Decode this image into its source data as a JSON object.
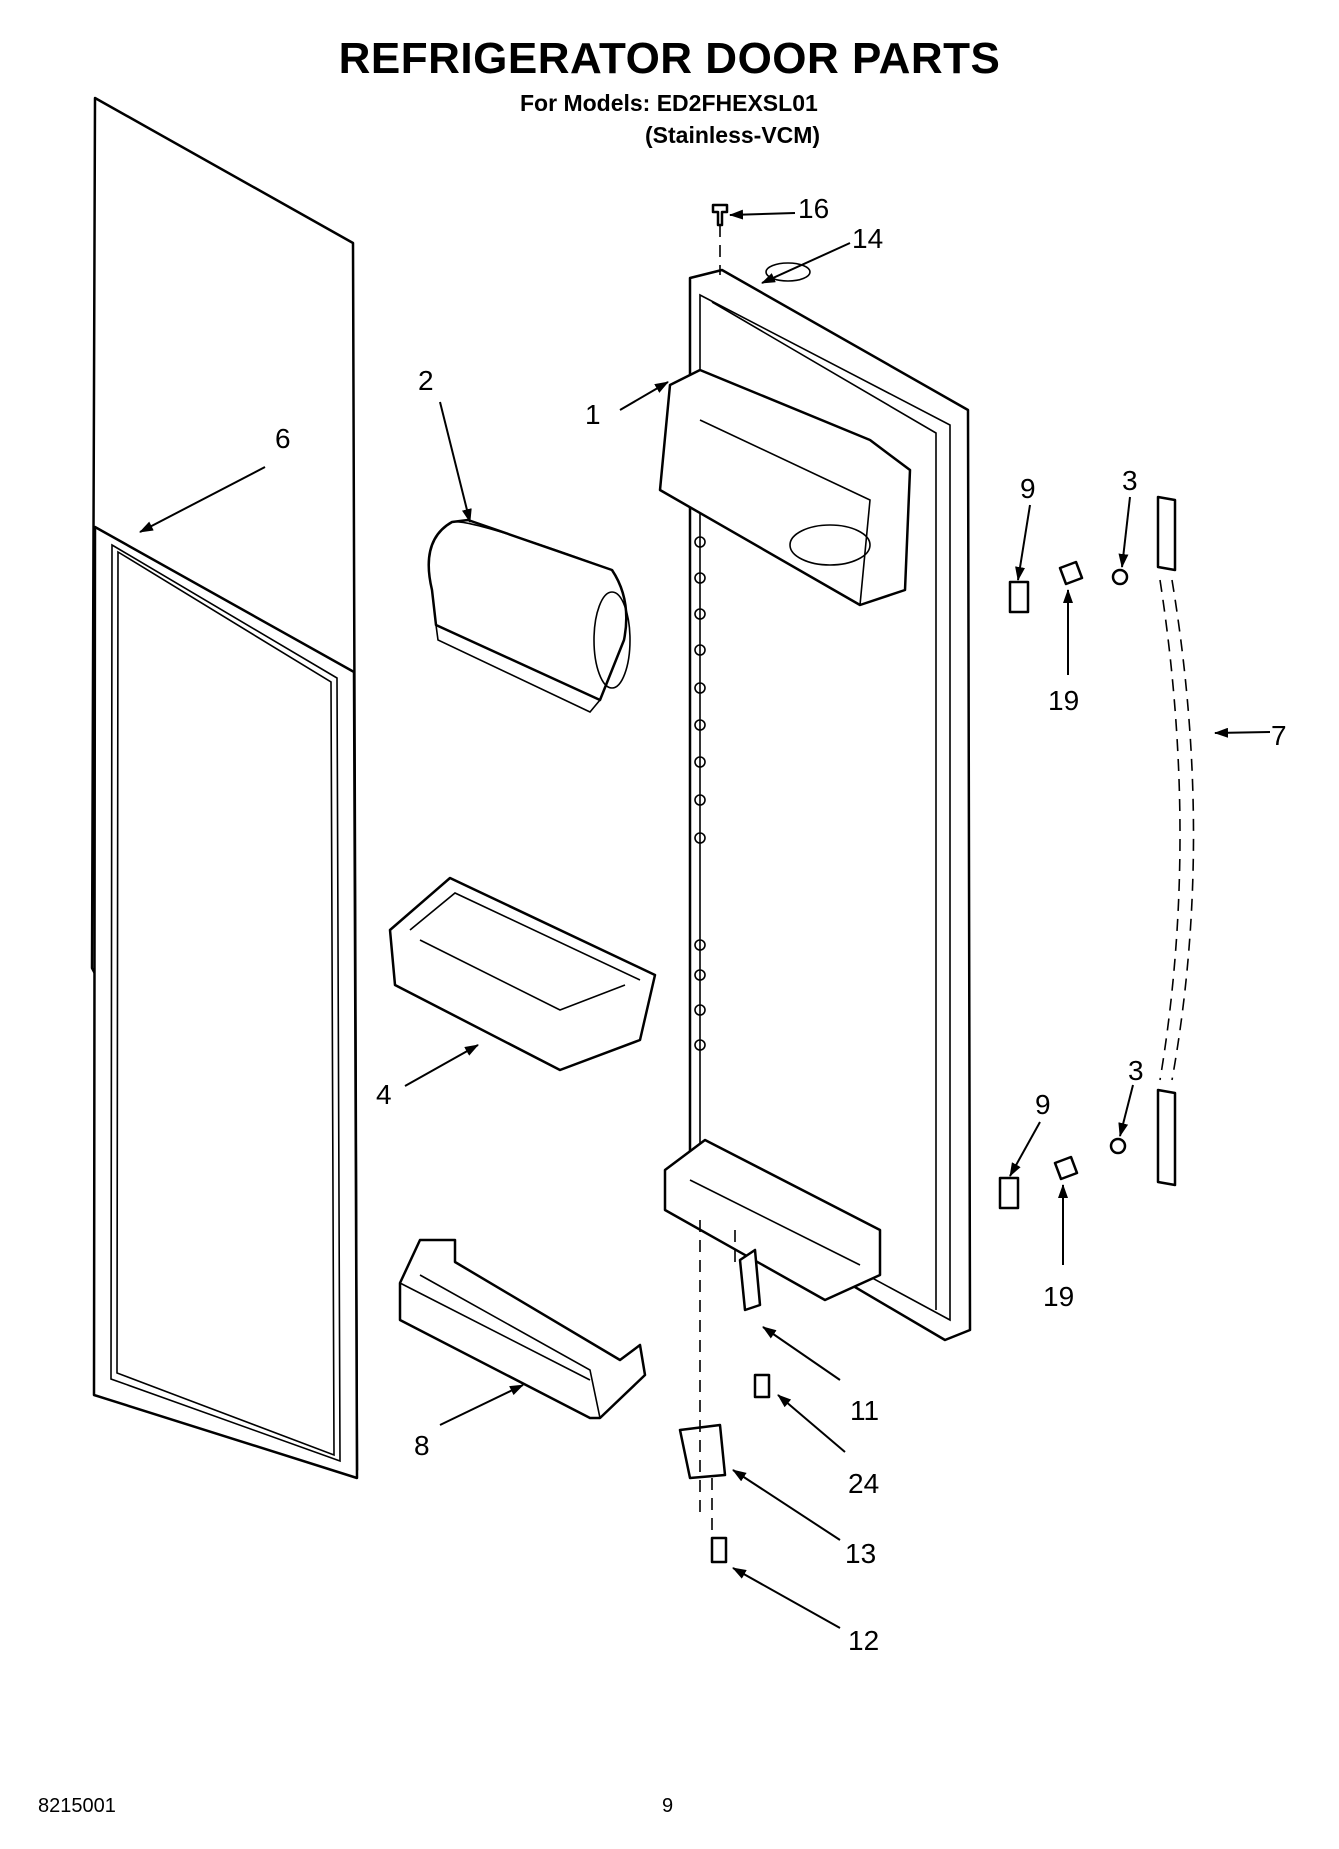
{
  "header": {
    "title": "REFRIGERATOR DOOR PARTS",
    "models_line": "For Models: ED2FHEXSL01",
    "finish_line": "(Stainless-VCM)"
  },
  "footer": {
    "doc_number": "8215001",
    "page_number": "9"
  },
  "callouts": {
    "p1": "1",
    "p2": "2",
    "p3a": "3",
    "p3b": "3",
    "p4": "4",
    "p6": "6",
    "p7": "7",
    "p8": "8",
    "p9a": "9",
    "p9b": "9",
    "p11": "11",
    "p12": "12",
    "p13": "13",
    "p14": "14",
    "p16": "16",
    "p19a": "19",
    "p19b": "19",
    "p24": "24"
  }
}
